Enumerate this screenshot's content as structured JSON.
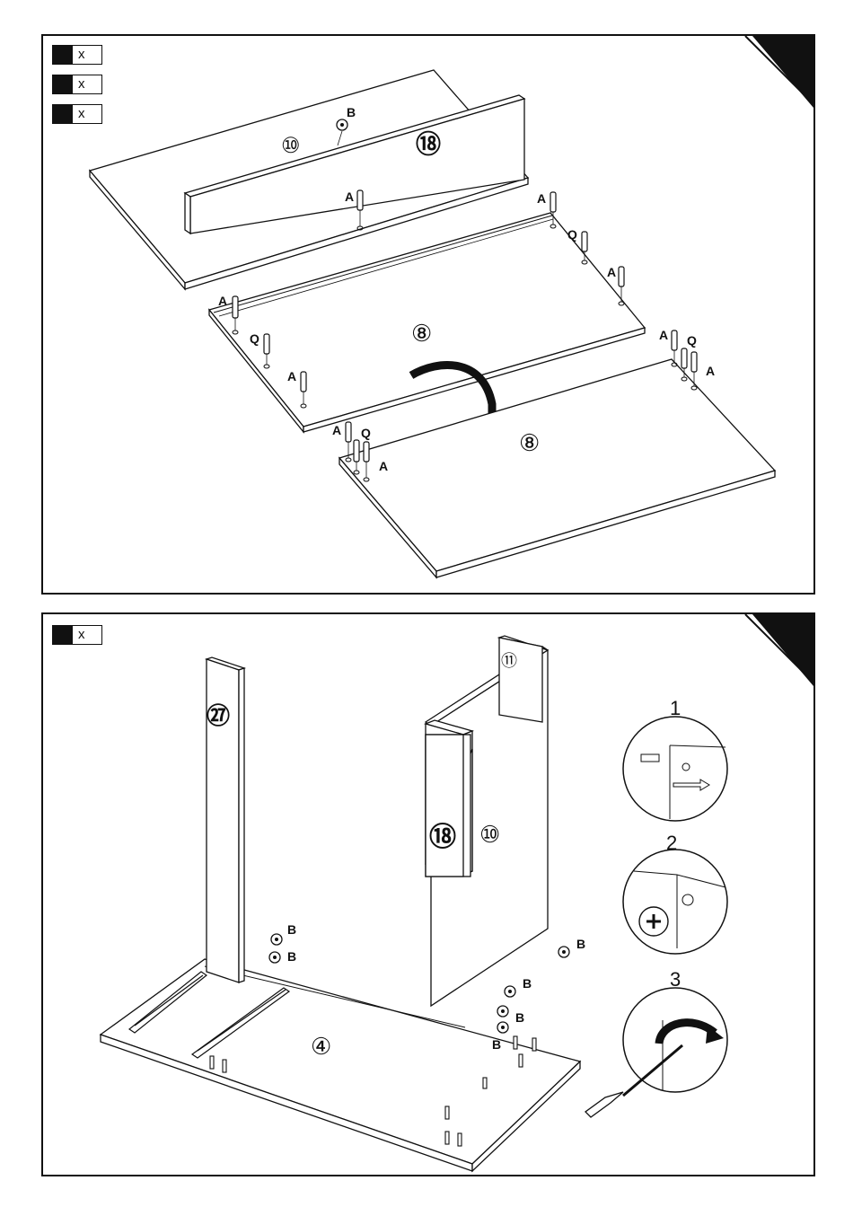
{
  "top_panel": {
    "legend": [
      {
        "mark": "x"
      },
      {
        "mark": "x"
      },
      {
        "mark": "x"
      }
    ],
    "part_numbers": {
      "shelf": "⑩",
      "rail": "⑱",
      "side_panel_a": "⑧",
      "side_panel_b": "⑧"
    },
    "hardware_labels": {
      "cam": "B",
      "dowel": "A",
      "screw": "Q"
    }
  },
  "bottom_panel": {
    "legend": [
      {
        "mark": "x"
      }
    ],
    "part_numbers": {
      "post": "㉗",
      "rail": "⑱",
      "panel": "⑩",
      "panel_top": "⑪",
      "base": "④"
    },
    "hardware_labels": {
      "cam": "B"
    },
    "steps": [
      "1",
      "2",
      "3"
    ]
  }
}
